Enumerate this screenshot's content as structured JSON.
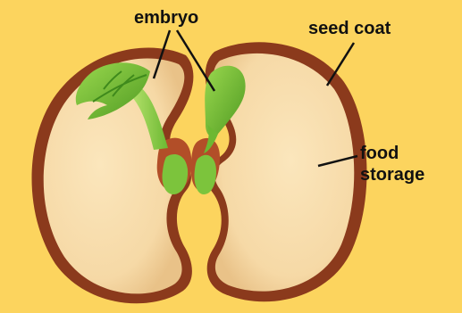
{
  "labels": {
    "embryo": "embryo",
    "seed_coat": "seed coat",
    "food_storage_line1": "food",
    "food_storage_line2": "storage"
  },
  "colors": {
    "background": "#fcd45e",
    "seed_coat": "#8b3a1c",
    "food_storage": "#f8dca8",
    "embryo_leaf": "#7cc43c",
    "embryo_leaf_dark": "#4c9422",
    "radicle": "#c0562e"
  }
}
